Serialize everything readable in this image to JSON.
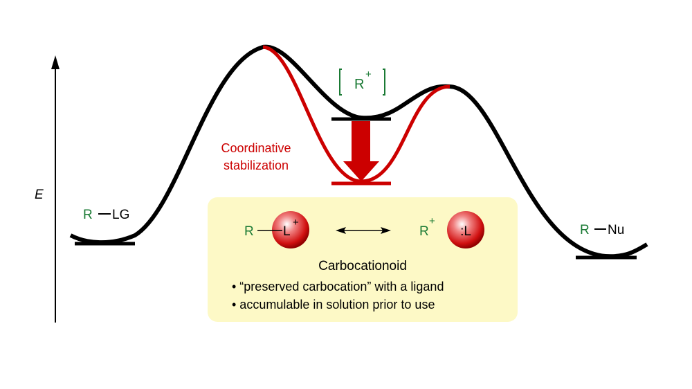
{
  "axis_label": "E",
  "reactant": {
    "r": "R",
    "lg": "LG"
  },
  "product": {
    "r": "R",
    "nu": "Nu"
  },
  "intermediate": {
    "r": "R",
    "charge": "+"
  },
  "annotation": {
    "line1": "Coordinative",
    "line2": "stabilization"
  },
  "box": {
    "left": {
      "r": "R",
      "l": "L",
      "charge": "+"
    },
    "right": {
      "r": "R",
      "charge": "+",
      "l": ":L"
    },
    "title": "Carbocationoid",
    "bullets": [
      "• “preserved carbocation” with a ligand",
      "• accumulable in solution prior to use"
    ]
  },
  "colors": {
    "green": "#1a7a34",
    "red": "#cc0000",
    "box": "#fdf9c6",
    "black": "#000000"
  }
}
